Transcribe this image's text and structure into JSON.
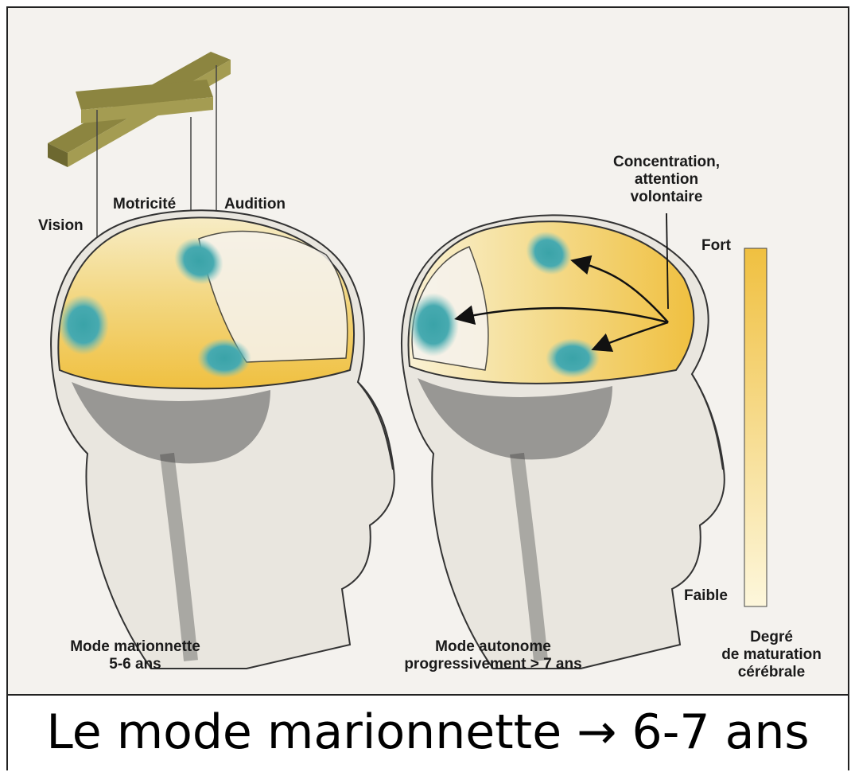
{
  "labels": {
    "vision": "Vision",
    "motricite": "Motricité",
    "audition": "Audition",
    "concentration_line1": "Concentration,",
    "concentration_line2": "attention",
    "concentration_line3": "volontaire",
    "fort": "Fort",
    "faible": "Faible",
    "mode_marionnette_line1": "Mode marionnette",
    "mode_marionnette_line2": "5-6 ans",
    "mode_autonome_line1": "Mode autonome",
    "mode_autonome_line2": "progressivement > 7 ans",
    "degre_line1": "Degré",
    "degre_line2": "de maturation",
    "degre_line3": "cérébrale"
  },
  "caption": "Le mode marionnette → 6-7 ans",
  "colors": {
    "maturation_strong": "#f0c040",
    "maturation_weak": "#fdf7dc",
    "activity_zone": "#3aa3a8",
    "puppet_bar": "#8c8540",
    "background": "#f4f2ee"
  }
}
